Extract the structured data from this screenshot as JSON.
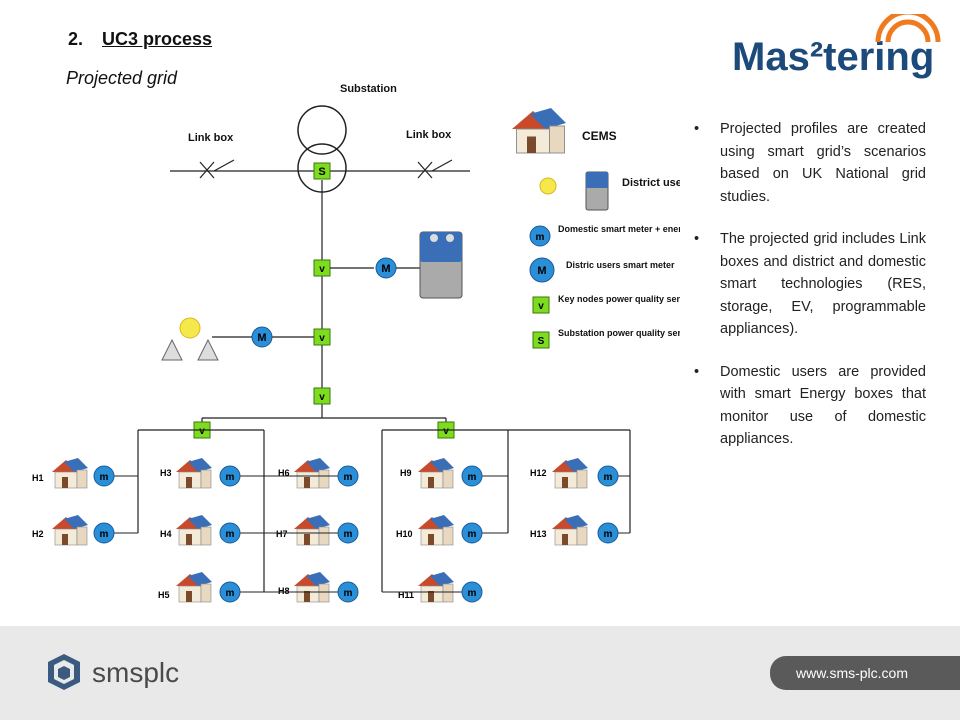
{
  "header": {
    "number": "2.",
    "title": "UC3 process",
    "subtitle": "Projected grid"
  },
  "logo": {
    "text": "Mas²tering"
  },
  "diagram": {
    "substation": "Substation",
    "link_box_left": "Link box",
    "link_box_right": "Link box",
    "cems": "CEMS",
    "district_users": "District users",
    "sensor_v": "v",
    "sensor_s": "S",
    "meter_m": "m",
    "meter_M": "M",
    "legend": [
      {
        "symbol": "m",
        "label": "Domestic smart meter + energy box"
      },
      {
        "symbol": "M",
        "label": "Distric users smart meter"
      },
      {
        "symbol": "v",
        "label": "Key nodes power quality sensors"
      },
      {
        "symbol": "S",
        "label": "Substation power quality sensors"
      }
    ],
    "houses": [
      "H1",
      "H2",
      "H3",
      "H4",
      "H5",
      "H6",
      "H7",
      "H8",
      "H9",
      "H10",
      "H11",
      "H12",
      "H13"
    ]
  },
  "bullets": [
    "Projected profiles are created using smart grid’s scenarios based on UK National grid studies.",
    "The projected grid includes Link boxes and district and domestic smart technologies (RES, storage, EV, programmable appliances).",
    "Domestic users are provided with smart Energy boxes that monitor use of domestic appliances."
  ],
  "footer": {
    "brand": "smsplc",
    "url": "www.sms-plc.com"
  },
  "colors": {
    "logo_blue": "#1c4a7a",
    "logo_orange": "#f07a1e",
    "sensor_green": "#7ddc1f",
    "meter_blue": "#2b8fd8",
    "roof_red": "#c84a2a",
    "footer_gray": "#e9e9e9"
  }
}
